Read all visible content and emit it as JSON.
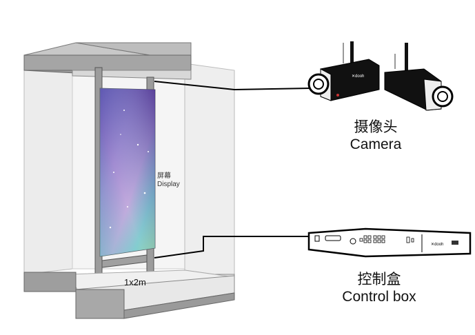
{
  "display": {
    "label_zh": "屏幕",
    "label_en": "Display",
    "size": "1x2m"
  },
  "camera": {
    "label_zh": "摄像头",
    "label_en": "Camera",
    "brand": "dooh"
  },
  "control_box": {
    "label_zh": "控制盒",
    "label_en": "Control box",
    "brand": "dooh"
  },
  "colors": {
    "frame": "#8c8c8c",
    "glass": "#eeeeee",
    "cable": "#000000"
  }
}
